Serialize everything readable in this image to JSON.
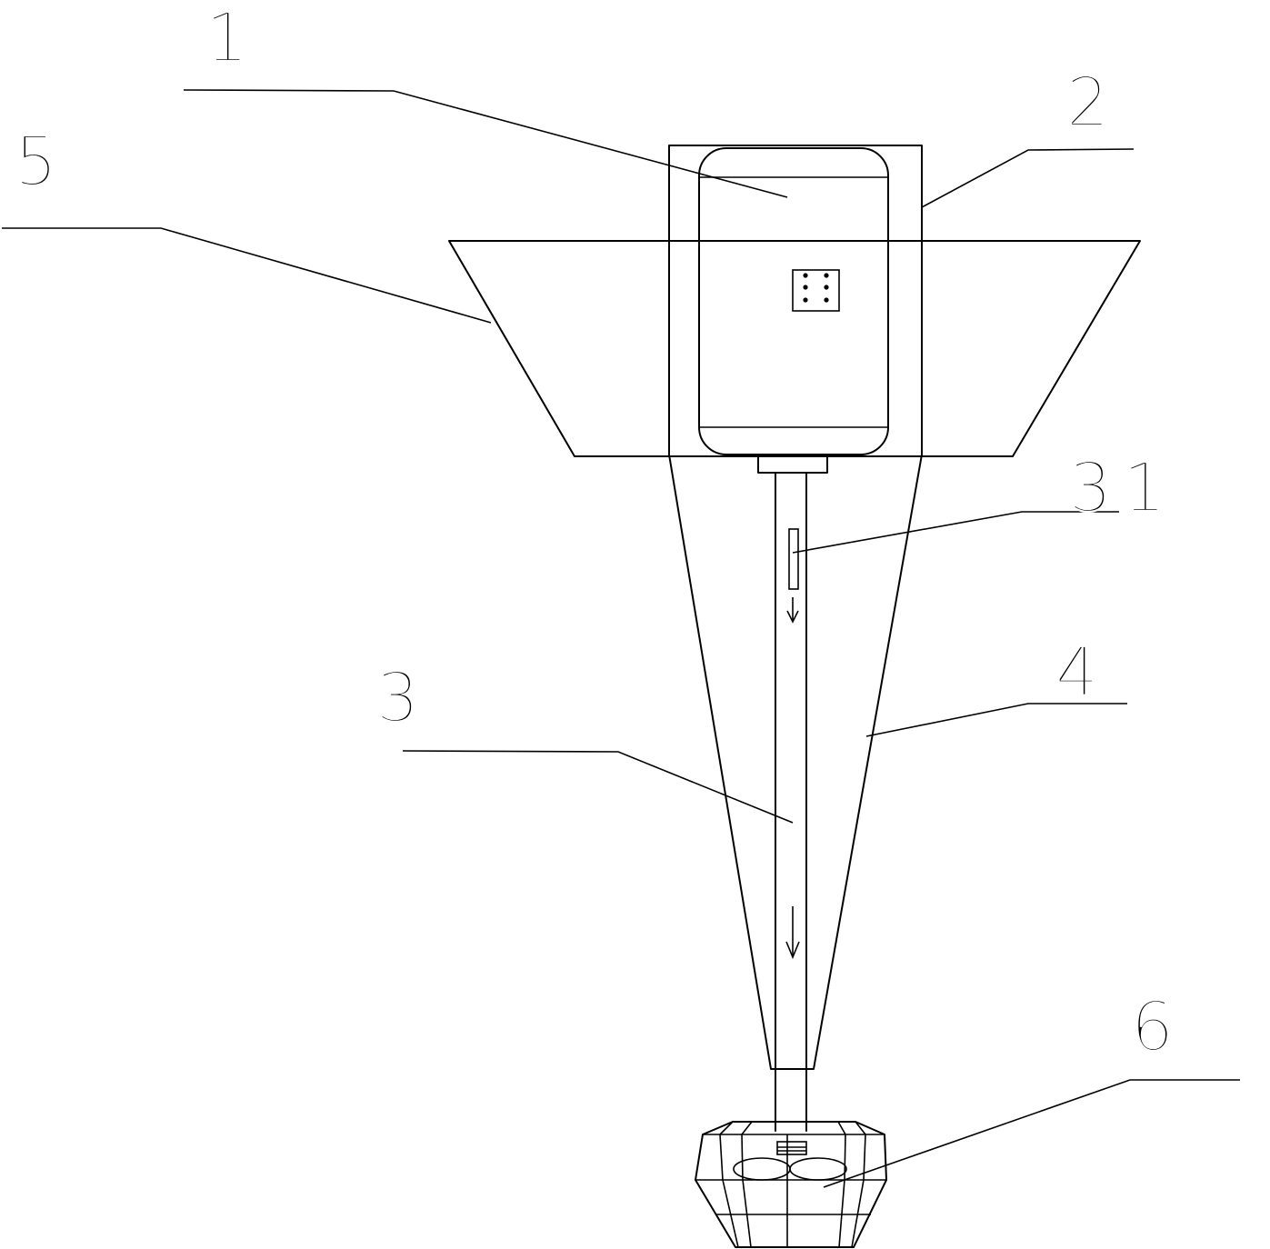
{
  "labels": {
    "part_1": "1",
    "part_2": "2",
    "part_3": "3",
    "part_31": "31",
    "part_4": "4",
    "part_5": "5",
    "part_6": "6"
  }
}
